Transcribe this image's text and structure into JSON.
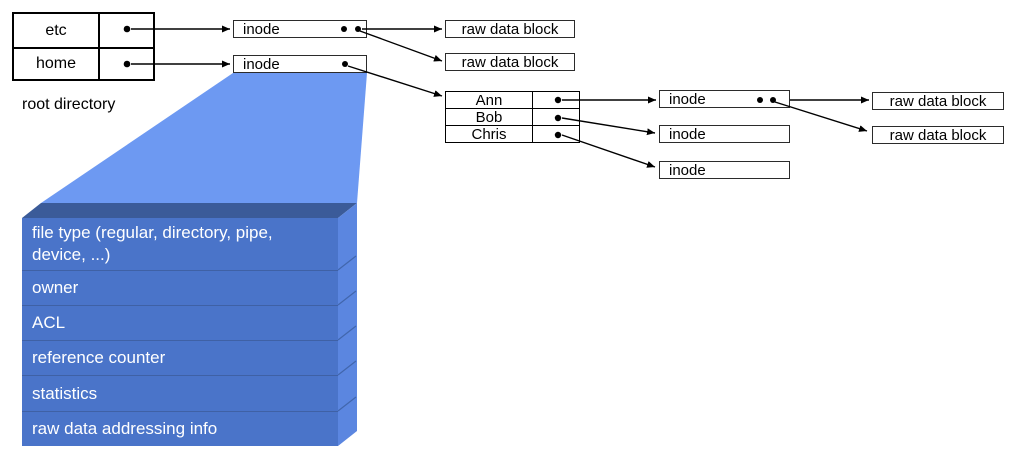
{
  "colors": {
    "funnel_blue": "#6d99f2",
    "box_face_blue": "#4a74c9",
    "box_top_blue": "#3b5b99",
    "box_side_blue": "#5b86e0",
    "row_divider_blue": "#3f61a5",
    "line_black": "#000000"
  },
  "root_directory": {
    "caption": "root directory",
    "entries": [
      "etc",
      "home"
    ]
  },
  "home_directory": {
    "entries": [
      "Ann",
      "Bob",
      "Chris"
    ]
  },
  "labels": {
    "inode": "inode",
    "raw_data_block": "raw data block"
  },
  "inode_structure": {
    "fields": [
      "file type (regular, directory, pipe, device, ...)",
      "owner",
      "ACL",
      "reference counter",
      "statistics",
      "raw data addressing info"
    ]
  }
}
